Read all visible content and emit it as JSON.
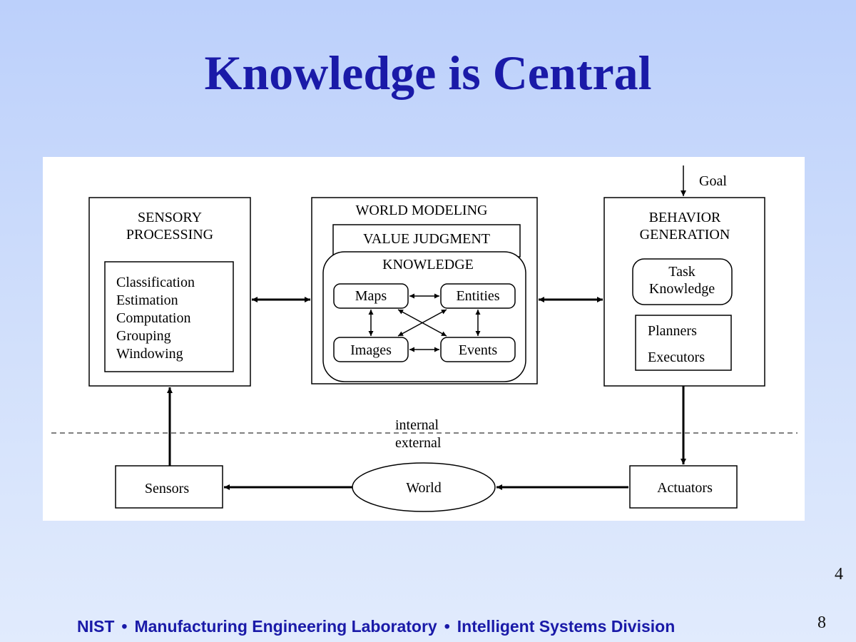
{
  "slide": {
    "title": "Knowledge is Central",
    "footer": {
      "org": "NIST",
      "lab": "Manufacturing Engineering Laboratory",
      "division": "Intelligent Systems Division",
      "separator": "•"
    },
    "page_number_top": "4",
    "page_number_bottom": "8"
  },
  "diagram": {
    "goal": "Goal",
    "sensory": {
      "title_line1": "SENSORY",
      "title_line2": "PROCESSING",
      "items": [
        "Classification",
        "Estimation",
        "Computation",
        "Grouping",
        "Windowing"
      ]
    },
    "world_modeling": {
      "title": "WORLD MODELING",
      "value_judgment": "VALUE JUDGMENT",
      "knowledge": "KNOWLEDGE",
      "maps": "Maps",
      "entities": "Entities",
      "images": "Images",
      "events": "Events"
    },
    "behavior": {
      "title_line1": "BEHAVIOR",
      "title_line2": "GENERATION",
      "task_line1": "Task",
      "task_line2": "Knowledge",
      "planners": "Planners",
      "executors": "Executors"
    },
    "internal": "internal",
    "external": "external",
    "sensors": "Sensors",
    "world": "World",
    "actuators": "Actuators"
  }
}
